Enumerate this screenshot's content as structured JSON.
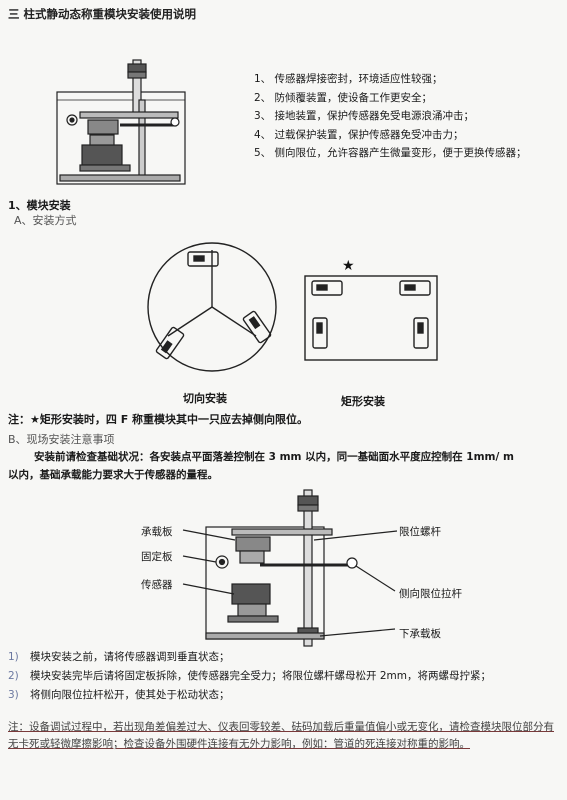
{
  "title": "三  柱式静动态称重模块安装使用说明",
  "features": [
    "1、  传感器焊接密封，环境适应性较强；",
    "2、  防倾覆装置，使设备工作更安全；",
    "3、  接地装置，保护传感器免受电源浪涌冲击；",
    "4、  过载保护装置，保护传感器免受冲击力；",
    "5、  侧向限位，允许容器产生微量变形，便于更换传感器；"
  ],
  "section1": "1、模块安装",
  "sectionA": "A、安装方式",
  "caption_tangent": "切向安装",
  "caption_rect": "矩形安装",
  "note1": "注：★矩形安装时，四 F 称重模块其中一只应去掉侧向限位。",
  "sectionB": "B、现场安装注意事项",
  "para_line1": "安装前请检查基础状况：各安装点平面落差控制在 3 mm 以内，同一基础面水平度应控制在 1mm/ m",
  "para_line2": "以内，基础承载能力要求大于传感器的量程。",
  "labels": {
    "upper_plate": "承载板",
    "fix_plate": "固定板",
    "sensor": "传感器",
    "limit_bolt": "限位螺杆",
    "side_rod": "侧向限位拉杆",
    "lower_plate": "下承载板"
  },
  "steps": [
    {
      "num": "1)",
      "text": "模块安装之前，请将传感器调到垂直状态；"
    },
    {
      "num": "2)",
      "text": "模块安装完毕后请将固定板拆除，使传感器完全受力；将限位螺杆螺母松开 2mm，将两螺母拧紧；"
    },
    {
      "num": "3)",
      "text": "将侧向限位拉杆松开，使其处于松动状态；"
    }
  ],
  "final_note": "注：设备调试过程中，若出现角差偏差过大、仪表回零较差、砝码加载后重量值偏小或无变化，请检查模块限位部分有无卡死或轻微摩擦影响；检查设备外围硬件连接有无外力影响，例如：管道的死连接对称重的影响。"
}
